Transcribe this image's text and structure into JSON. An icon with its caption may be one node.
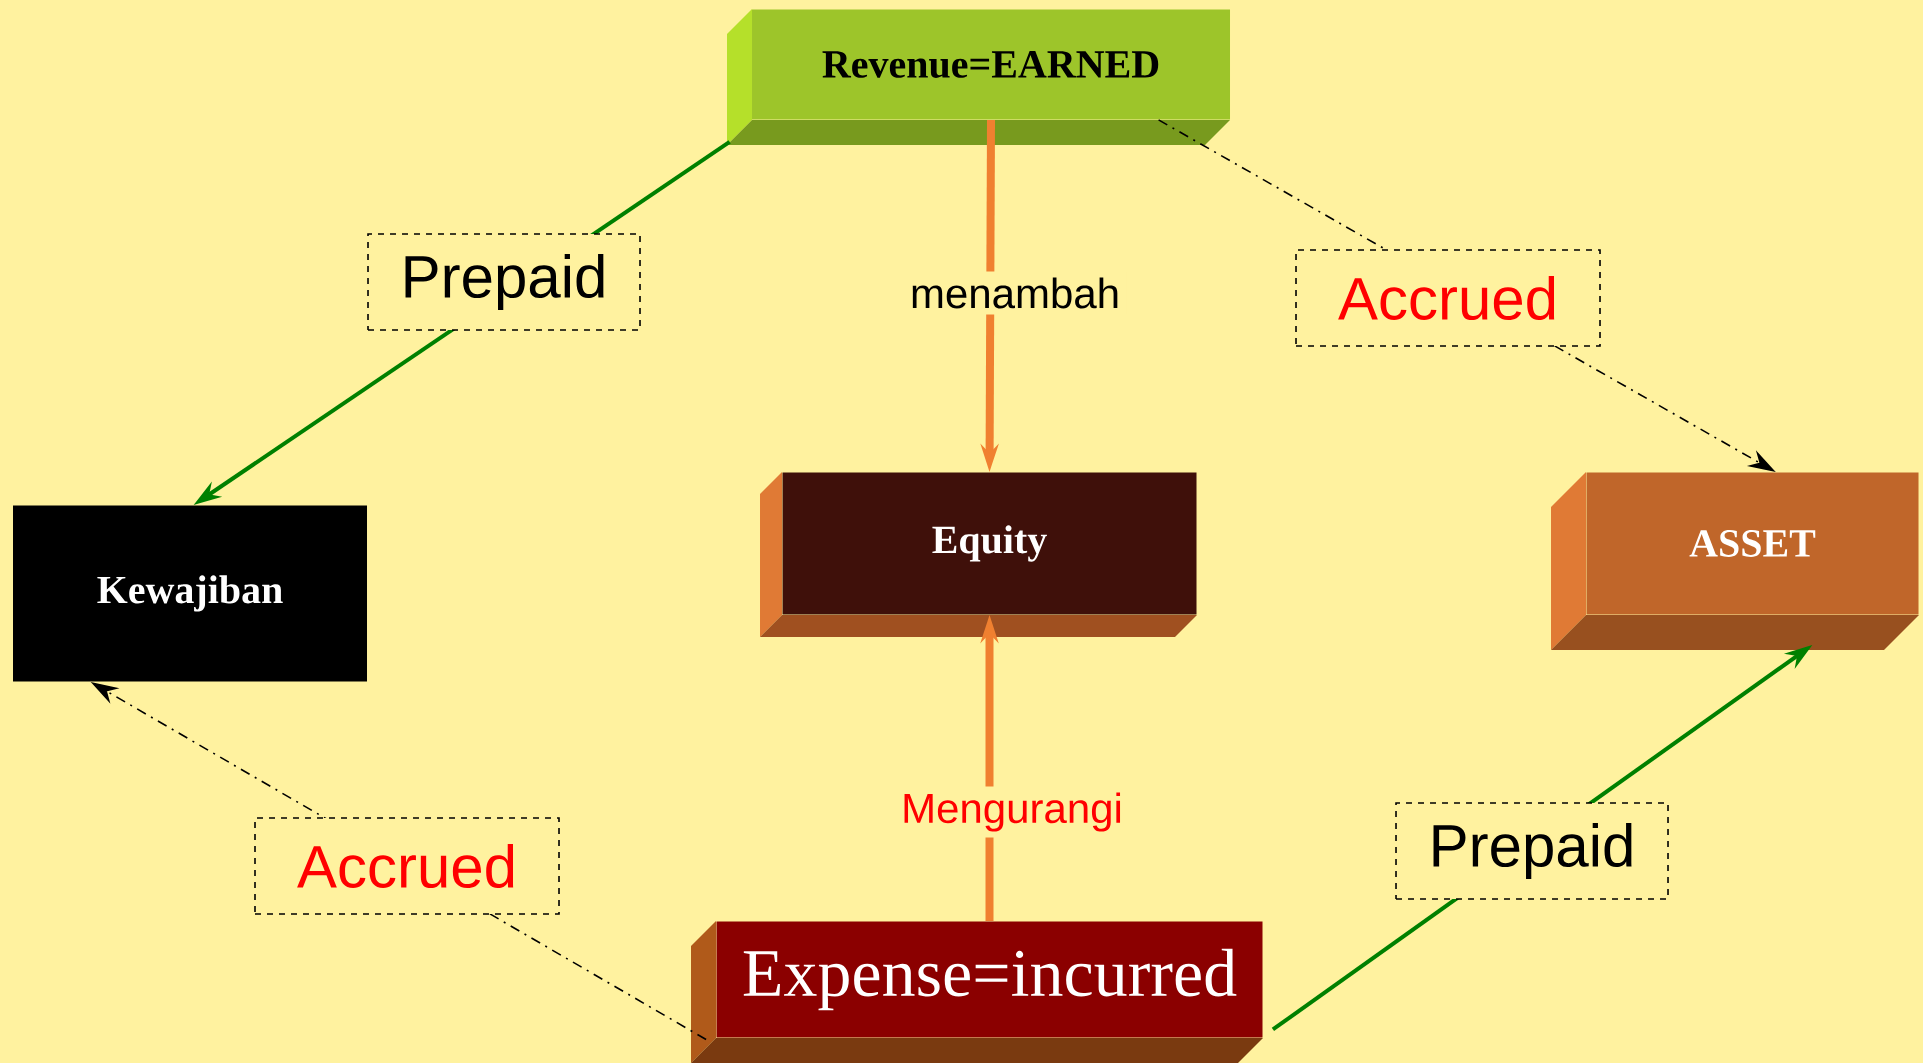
{
  "diagram": {
    "nodes": [
      {
        "text": [
          "Revenue=EARNED"
        ]
      },
      {
        "text": [
          "Kewajiban"
        ]
      },
      {
        "text": [
          "Equity"
        ]
      },
      {
        "text": [
          "ASSET"
        ]
      },
      {
        "text": [
          "Expense=incurred"
        ]
      }
    ],
    "edges": [
      {
        "from": 0,
        "to": 1,
        "arrow": "to",
        "label": "Prepaid",
        "color": "#008000"
      },
      {
        "from": 0,
        "to": 2,
        "arrow": "to",
        "label": "menambah",
        "style": "thick",
        "color": "#f08030"
      },
      {
        "from": 0,
        "to": 3,
        "arrow": "to",
        "label": "Accrued",
        "style": "dashed",
        "color": "#000000"
      },
      {
        "from": 4,
        "to": 1,
        "arrow": "to",
        "label": "Accrued",
        "style": "dashed",
        "color": "#000000"
      },
      {
        "from": 4,
        "to": 2,
        "arrow": "to",
        "label": "Mengurangi",
        "style": "thick",
        "color": "#f08030"
      },
      {
        "from": 4,
        "to": 3,
        "arrow": "to",
        "label": "Prepaid",
        "color": "#008000"
      }
    ]
  }
}
